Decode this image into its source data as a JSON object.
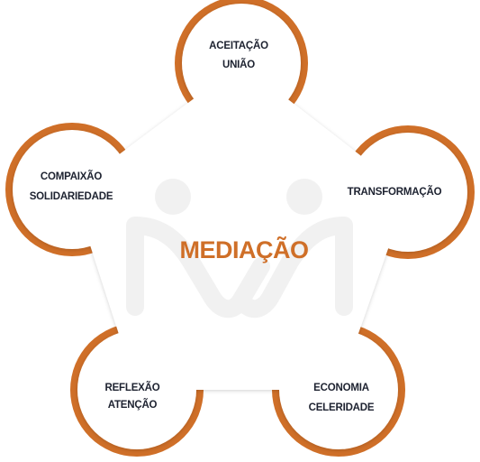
{
  "diagram": {
    "center_title": "MEDIAÇÃO",
    "colors": {
      "accent": "#cf6f28",
      "text": "#1d2230",
      "background": "#ffffff",
      "watermark": "#f1f1f1"
    },
    "watermark_icon": "people-logo-icon",
    "nodes": [
      {
        "line1": "ACEITAÇÃO",
        "line2": "UNIÃO"
      },
      {
        "line1": "TRANSFORMAÇÃO",
        "line2": ""
      },
      {
        "line1": "ECONOMIA",
        "line2": "CELERIDADE"
      },
      {
        "line1": "REFLEXÃO",
        "line2": "ATENÇÃO"
      },
      {
        "line1": "COMPAIXÃO",
        "line2": "SOLIDARIEDADE"
      }
    ]
  }
}
